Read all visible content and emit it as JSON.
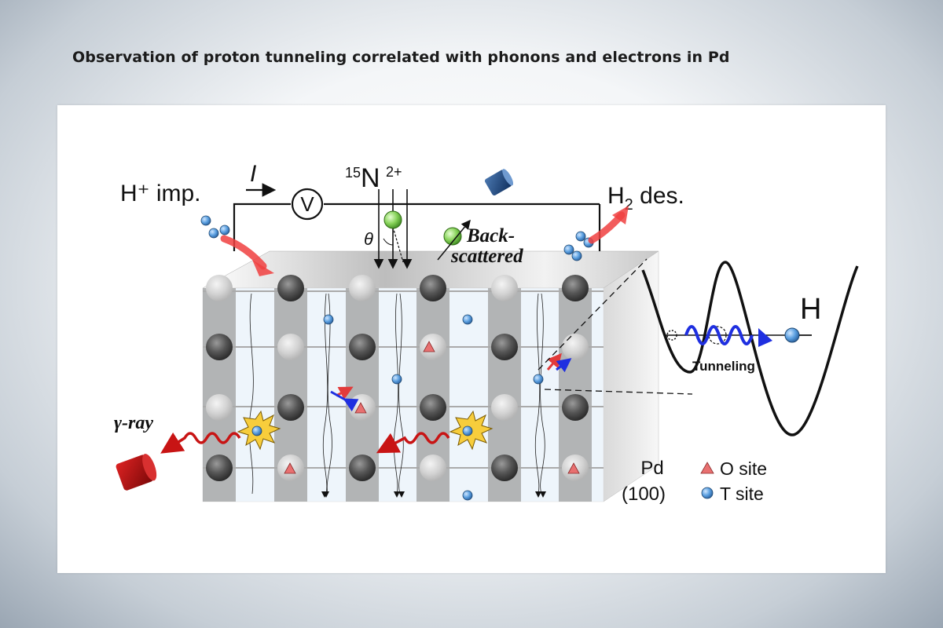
{
  "page": {
    "title": "Observation of proton tunneling correlated with phonons and electrons in Pd"
  },
  "diagram": {
    "h_implantation_label": "H⁺ imp.",
    "current_label": "I",
    "voltmeter_label": "V",
    "beam_mass_number": "15",
    "beam_element": "N",
    "beam_charge": "2+",
    "angle_label": "θ",
    "backscattered_line1": "Back-",
    "backscattered_line2": "scattered",
    "h2_desorption_label_H": "H",
    "h2_desorption_label_sub": "2",
    "h2_desorption_label_rest": " des.",
    "gamma_ray_label": "γ-ray",
    "crystal_label_line1": "Pd",
    "crystal_label_line2": "(100)",
    "legend": [
      {
        "symbol": "triangle",
        "label": "O site",
        "color": "#e87070"
      },
      {
        "symbol": "circle",
        "label": "T site",
        "color": "#4f97d9"
      }
    ],
    "inset_atom_label": "H",
    "tunneling_label": "Tunneling",
    "colors": {
      "tunneling": "#1f2fe0",
      "arrow_red": "#e64545",
      "detector_red": "#b30c0c",
      "detector_blue": "#1f4f8a",
      "burst": "#f7cd3c",
      "pd_dark": "#555555",
      "pd_light": "#cfcfcf"
    }
  }
}
